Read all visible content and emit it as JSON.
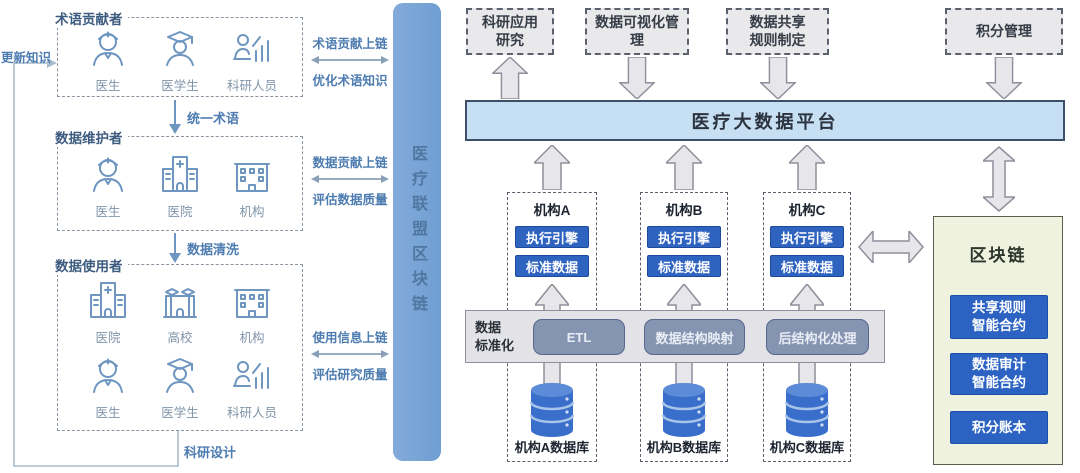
{
  "left": {
    "loop": {
      "update_label": "更新知识",
      "design_label": "科研设计"
    },
    "flows": [
      "统一术语",
      "数据清洗"
    ],
    "groups": [
      {
        "title": "术语贡献者",
        "members": [
          {
            "icon": "doctor-icon",
            "label": "医生"
          },
          {
            "icon": "medical-student-icon",
            "label": "医学生"
          },
          {
            "icon": "researcher-icon",
            "label": "科研人员"
          }
        ]
      },
      {
        "title": "数据维护者",
        "members": [
          {
            "icon": "doctor-icon",
            "label": "医生"
          },
          {
            "icon": "hospital-icon",
            "label": "医院"
          },
          {
            "icon": "institution-icon",
            "label": "机构"
          }
        ]
      },
      {
        "title": "数据使用者",
        "members": [
          {
            "icon": "hospital-icon",
            "label": "医院"
          },
          {
            "icon": "university-icon",
            "label": "高校"
          },
          {
            "icon": "institution-icon",
            "label": "机构"
          },
          {
            "icon": "doctor-icon",
            "label": "医生"
          },
          {
            "icon": "medical-student-icon",
            "label": "医学生"
          },
          {
            "icon": "researcher-icon",
            "label": "科研人员"
          }
        ]
      }
    ],
    "links": [
      {
        "up": "术语贡献上链",
        "down": "优化术语知识"
      },
      {
        "up": "数据贡献上链",
        "down": "评估数据质量"
      },
      {
        "up": "使用信息上链",
        "down": "评估研究质量"
      }
    ]
  },
  "alliance_bar": {
    "label": "医疗联盟区块链"
  },
  "platform": {
    "label": "医疗大数据平台"
  },
  "applications": [
    {
      "label": "科研应用\n研究",
      "arrow": "up"
    },
    {
      "label": "数据可视化管\n理",
      "arrow": "down"
    },
    {
      "label": "数据共享\n规则制定",
      "arrow": "down"
    },
    {
      "label": "积分管理",
      "arrow": "down"
    }
  ],
  "institutions": [
    {
      "title": "机构A",
      "modules": [
        "执行引擎",
        "标准数据"
      ],
      "db_label": "机构A数据库"
    },
    {
      "title": "机构B",
      "modules": [
        "执行引擎",
        "标准数据"
      ],
      "db_label": "机构B数据库"
    },
    {
      "title": "机构C",
      "modules": [
        "执行引擎",
        "标准数据"
      ],
      "db_label": "机构C数据库"
    }
  ],
  "standardization": {
    "label": "数据\n标准化",
    "tools": [
      "ETL",
      "数据结构映射",
      "后结构化处理"
    ]
  },
  "blockchain": {
    "title": "区块链",
    "modules": [
      "共享规则\n智能合约",
      "数据审计\n智能合约",
      "积分账本"
    ]
  },
  "colors": {
    "alliance_bar_fill": "#74a2d6",
    "platform_fill": "#c7dff2",
    "platform_border": "#3e4f68",
    "app_box_fill": "#e9e9ec",
    "module_button_blue": "#2f63c0",
    "tool_button_slate": "#8494b1",
    "blockchain_box_fill": "#eef2df",
    "database_blue": "#3a6ecb",
    "line_steel_blue": "#6e96c0",
    "label_blue": "#4d7cb0",
    "block_arrow_fill": "#e6e6eb"
  }
}
